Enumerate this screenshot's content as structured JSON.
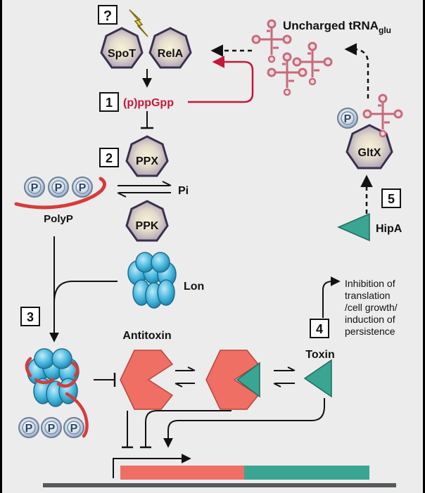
{
  "steps": [
    "1",
    "2",
    "3",
    "4",
    "5"
  ],
  "question": "?",
  "enzymes": {
    "spot": "SpoT",
    "rela": "RelA",
    "ppx": "PPX",
    "ppk": "PPK",
    "gltx": "GltX"
  },
  "ppgpp": "(p)ppGpp",
  "trna": {
    "label": "Uncharged tRNA",
    "subscript": "glu"
  },
  "phosphate_symbol": "P",
  "pi": "Pi",
  "polyp": "PolyP",
  "lon": "Lon",
  "antitoxin": "Antitoxin",
  "toxin": "Toxin",
  "hipa": "HipA",
  "inhibition_text": [
    "Inhibition of",
    "translation",
    "/cell growth/",
    "induction of",
    "persistence"
  ],
  "colors": {
    "background": "#ececec",
    "enzyme_fill": "#a399b3",
    "enzyme_edge": "#3b3050",
    "enzyme_center": "#f3edcf",
    "ppgpp_red": "#c4173a",
    "trna": "#c8697a",
    "antitoxin": "#ef6f64",
    "toxin": "#3aa592",
    "lon": "#45b6db",
    "lightning": "#f2d636",
    "dna_bar": "#55595c"
  }
}
